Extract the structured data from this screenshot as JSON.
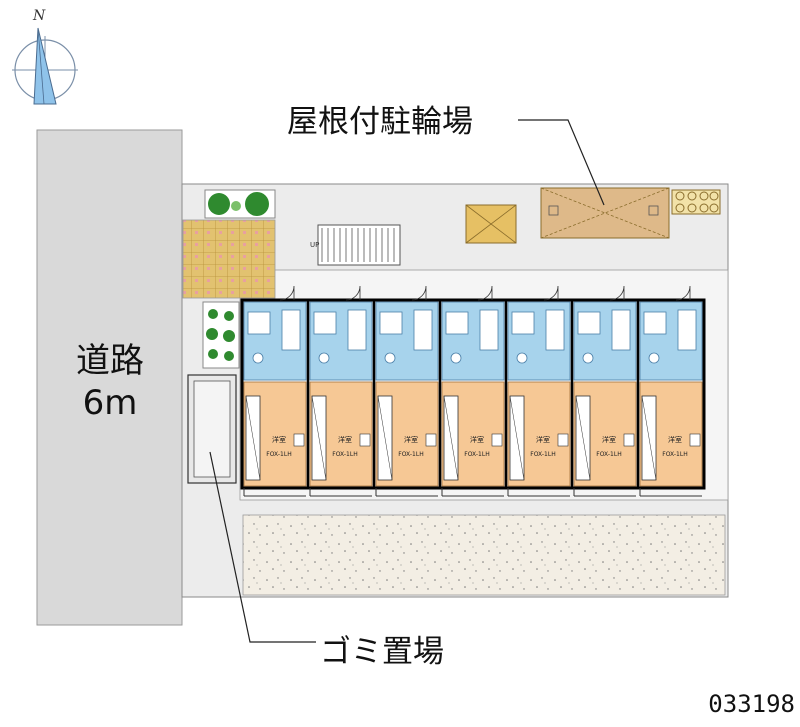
{
  "compass": {
    "north_label": "N",
    "icon": "compass-rose-icon"
  },
  "road": {
    "name": "道路",
    "width": "6m"
  },
  "callouts": {
    "roofed_bicycle_parking": "屋根付駐輪場",
    "garbage_area": "ゴミ置場"
  },
  "units": {
    "count": 7,
    "room_type_label": "洋室",
    "floor_label": "FOX-1LH",
    "stair_label": "UP"
  },
  "property_id": "033198",
  "colors": {
    "road": "#d9d9d9",
    "lot": "#ececec",
    "building_outline": "#000000",
    "unit_floor": "#f6c895",
    "wet_area": "#a7d3ec",
    "tiles": "#e2c270",
    "bicycle_parking": "#deb989",
    "gravel": "#f3eee4",
    "plants": "#2f8a2f"
  }
}
